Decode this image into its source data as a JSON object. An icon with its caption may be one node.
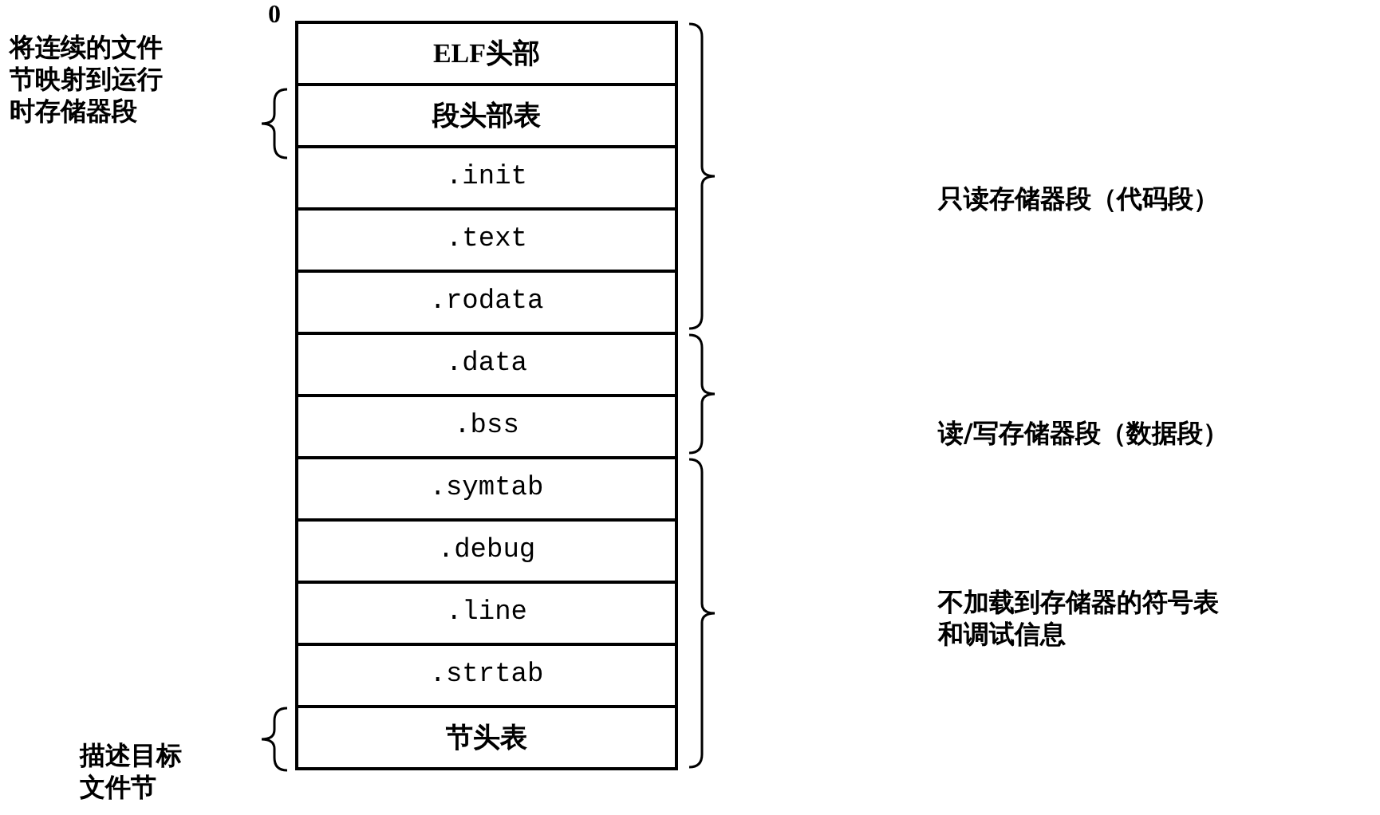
{
  "diagram": {
    "nodes": [
      {
        "text": [
          "ELF头部"
        ]
      },
      {
        "text": [
          "段头部表"
        ]
      },
      {
        "text": [
          ".init"
        ]
      },
      {
        "text": [
          ".text"
        ]
      },
      {
        "text": [
          ".rodata"
        ]
      },
      {
        "text": [
          ".data"
        ]
      },
      {
        "text": [
          ".bss"
        ]
      },
      {
        "text": [
          ".symtab"
        ]
      },
      {
        "text": [
          ".debug"
        ]
      },
      {
        "text": [
          ".line"
        ]
      },
      {
        "text": [
          ".strtab"
        ]
      },
      {
        "text": [
          "节头表"
        ]
      }
    ],
    "labels": [
      "0",
      "将连续的文件节映射到运行时存储器段",
      "只读存储器段（代码段）",
      "读/写存储器段（数据段）",
      "不加载到存储器的符号表和调试信息",
      "描述目标文件节"
    ]
  }
}
